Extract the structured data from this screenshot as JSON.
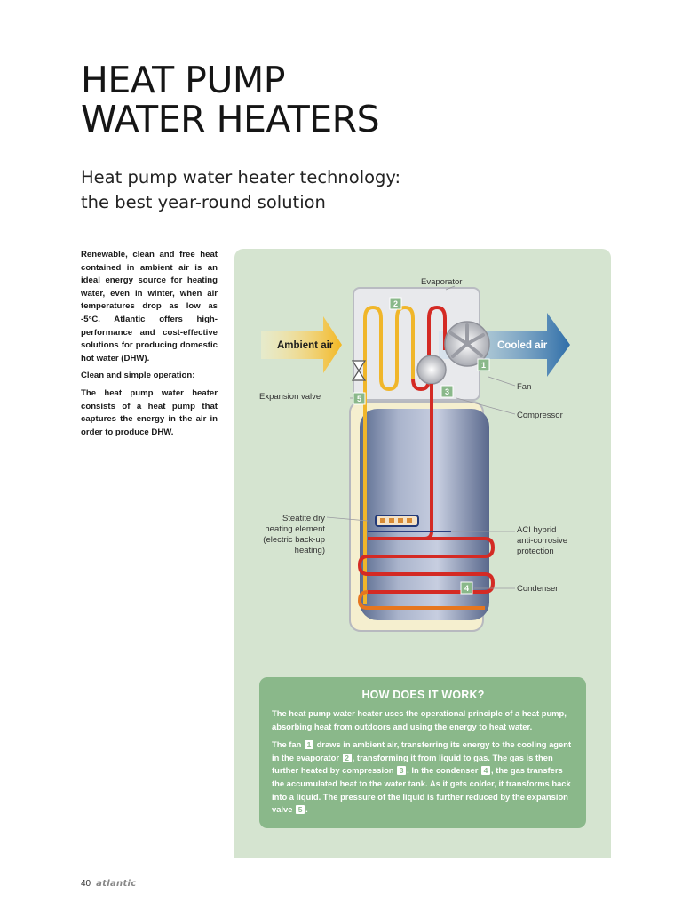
{
  "page": {
    "title_lines": [
      "HEAT PUMP",
      "WATER HEATERS"
    ],
    "subtitle_lines": [
      "Heat pump water heater technology:",
      "the best year-round solution"
    ]
  },
  "intro": {
    "para1": "Renewable, clean and free heat contained in ambient air is an ideal energy source for heating water, even in winter, when air temperatures drop as low as -5°C. Atlantic offers high-performance and cost-effective solutions for producing domestic hot water (DHW).",
    "para2": "Clean and simple operation:",
    "para3": "The heat pump water heater consists of a heat pump that captures the energy in the air in order to produce DHW."
  },
  "diagram": {
    "labels": {
      "evaporator": "Evaporator",
      "ambient_air": "Ambient air",
      "cooled_air": "Cooled air",
      "fan": "Fan",
      "expansion_valve": "Expansion valve",
      "compressor": "Compressor",
      "steatite_1": "Steatite dry",
      "steatite_2": "heating element",
      "steatite_3": "(electric back-up",
      "steatite_4": "heating)",
      "aci_1": "ACI hybrid",
      "aci_2": "anti-corrosive",
      "aci_3": "protection",
      "condenser": "Condenser"
    },
    "badges": [
      "1",
      "2",
      "3",
      "4",
      "5"
    ],
    "colors": {
      "panel": "#d5e4d0",
      "hot_pipe": "#d42a24",
      "cold_pipe": "#f0b62a",
      "cooled_air": "#3b78b0",
      "badge": "#8ab88a"
    }
  },
  "how": {
    "title": "HOW DOES IT WORK?",
    "p1": "The heat pump water heater uses the operational principle of a heat pump, absorbing heat from outdoors and using the energy to heat water.",
    "p2": {
      "t1": "The fan",
      "n1": "1",
      "t2": "draws in ambient air, transferring its energy to the cooling agent in the evaporator",
      "n2": "2",
      "t3": ", transforming it from liquid to gas. The gas is then further heated by compression",
      "n3": "3",
      "t4": ". In the condenser",
      "n4": "4",
      "t5": ", the gas transfers the accumulated heat to the water tank. As it gets colder, it transforms back into a liquid. The pressure of the liquid is further reduced by the expansion valve",
      "n5": "5",
      "t6": "."
    }
  },
  "footer": {
    "page_number": "40",
    "brand": "atlantic"
  }
}
